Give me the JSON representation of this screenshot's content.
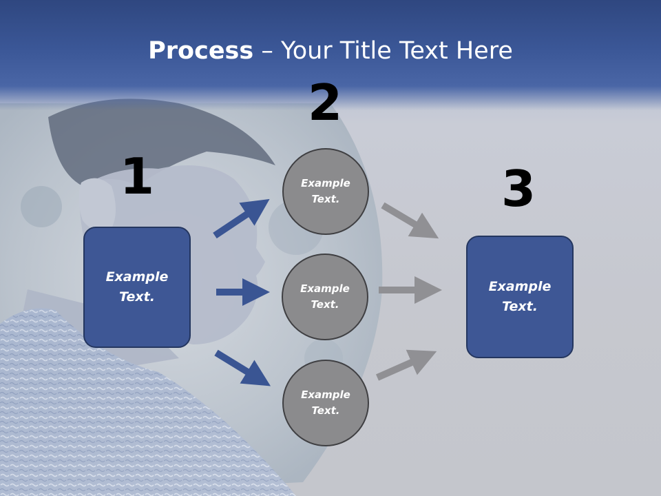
{
  "title": {
    "bold": "Process",
    "rest": " – Your Title Text Here"
  },
  "steps": [
    {
      "number": "1",
      "text": "Example Text."
    },
    {
      "number": "2",
      "items": [
        "Example Text.",
        "Example Text.",
        "Example Text."
      ]
    },
    {
      "number": "3",
      "text": "Example Text."
    }
  ],
  "colors": {
    "header": "#3b5797",
    "box": "#3e5795",
    "circle": "#8b8b8d",
    "arrow_blue": "#3a5593",
    "arrow_gray": "#909094"
  }
}
